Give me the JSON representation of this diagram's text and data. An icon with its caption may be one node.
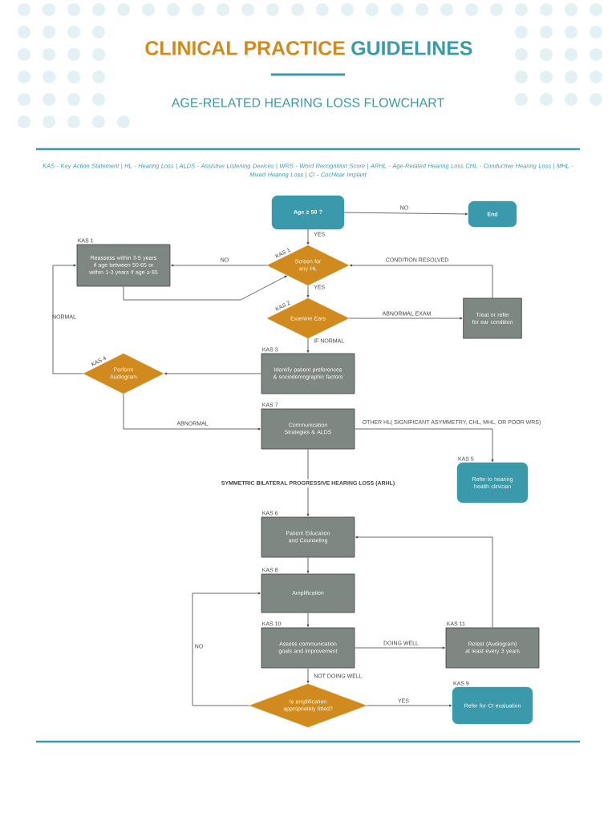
{
  "diagram": {
    "title": "AGE-RELATED HEARING LOSS FLOWCHART",
    "nodes": [
      {
        "text": [
          "Age ≥ 50 ?"
        ]
      },
      {
        "text": [
          "End"
        ]
      },
      {
        "text": [
          "Reassess within 3-5 years if age between 50-65 or within 1-3 years if age ≥ 65"
        ],
        "beside": [
          "KAS 1"
        ]
      },
      {
        "text": [
          "Screen for any HL"
        ],
        "beside": [
          "KAS 1"
        ]
      },
      {
        "text": [
          "Examine Ears"
        ],
        "beside": [
          "KAS 2"
        ]
      },
      {
        "text": [
          "Treat or refer for ear condition"
        ]
      },
      {
        "text": [
          "Identify patient preferences & sociodemographic factors"
        ],
        "beside": [
          "KAS 3"
        ]
      },
      {
        "text": [
          "Perform Audiogram"
        ],
        "beside": [
          "KAS 4"
        ]
      },
      {
        "text": [
          "Communication Strategies & ALDS"
        ],
        "beside": [
          "KAS 7"
        ]
      },
      {
        "text": [
          "Refer to hearing health clinician"
        ],
        "beside": [
          "KAS 5"
        ]
      },
      {
        "text": [
          "Patient Education and Counseling"
        ],
        "beside": [
          "KAS 6"
        ]
      },
      {
        "text": [
          "Amplification"
        ],
        "beside": [
          "KAS 8"
        ]
      },
      {
        "text": [
          "Assess communication goals and improvement"
        ],
        "beside": [
          "KAS 10"
        ]
      },
      {
        "text": [
          "Retest (Audiogram) at least every 3 years"
        ],
        "beside": [
          "KAS 11"
        ]
      },
      {
        "text": [
          "Is amplification appropriately fitted?"
        ]
      },
      {
        "text": [
          "Refer for CI evaluation"
        ],
        "beside": [
          "KAS 9"
        ]
      }
    ],
    "edges": [
      {
        "from": 0,
        "to": 1,
        "arrow": "to",
        "label": "NO"
      },
      {
        "from": 0,
        "to": 3,
        "arrow": "to",
        "label": "YES"
      },
      {
        "from": 3,
        "to": 2,
        "arrow": "to",
        "label": "NO"
      },
      {
        "from": 2,
        "to": 3,
        "arrow": "to"
      },
      {
        "from": 5,
        "to": 3,
        "arrow": "to",
        "label": "CONDITION RESOLVED"
      },
      {
        "from": 3,
        "to": 4,
        "arrow": "to",
        "label": "YES"
      },
      {
        "from": 4,
        "to": 5,
        "arrow": "to",
        "label": "ABNORMAL EXAM"
      },
      {
        "from": 4,
        "to": 6,
        "arrow": "to",
        "label": "IF NORMAL"
      },
      {
        "from": 6,
        "to": 7,
        "arrow": "to"
      },
      {
        "from": 7,
        "to": 2,
        "arrow": "to",
        "label": "NORMAL"
      },
      {
        "from": 7,
        "to": 8,
        "arrow": "to",
        "label": "ABNORMAL"
      },
      {
        "from": 8,
        "to": 9,
        "arrow": "to",
        "label": "OTHER HL( SIGNIFICANT ASYMMETRY, CHL, MHL, OR POOR WRS)"
      },
      {
        "from": 8,
        "to": 10,
        "arrow": "to",
        "label": "SYMMETRIC BILATERAL PROGRESSIVE HEARING LOSS (ARHL)"
      },
      {
        "from": 10,
        "to": 11,
        "arrow": "to"
      },
      {
        "from": 11,
        "to": 12,
        "arrow": "to"
      },
      {
        "from": 12,
        "to": 13,
        "arrow": "to",
        "label": "DOING WELL"
      },
      {
        "from": 13,
        "to": 10,
        "arrow": "to"
      },
      {
        "from": 12,
        "to": 14,
        "arrow": "to",
        "label": "NOT DOING WELL"
      },
      {
        "from": 14,
        "to": 11,
        "arrow": "to",
        "label": "NO"
      },
      {
        "from": 14,
        "to": 15,
        "arrow": "to",
        "label": "YES"
      }
    ],
    "labels": [
      "CLINICAL PRACTICE",
      "GUIDELINES",
      "KAS - Key Action Statement | HL - Hearing Loss | ALDS - Assistive Listening Devices | WRS - Word Recognition Score | ARHL - Age-Related Hearing Loss CHL - Conductive Hearing Loss | MHL - Mixed Hearing Loss | CI - Cochlear Implant"
    ]
  }
}
